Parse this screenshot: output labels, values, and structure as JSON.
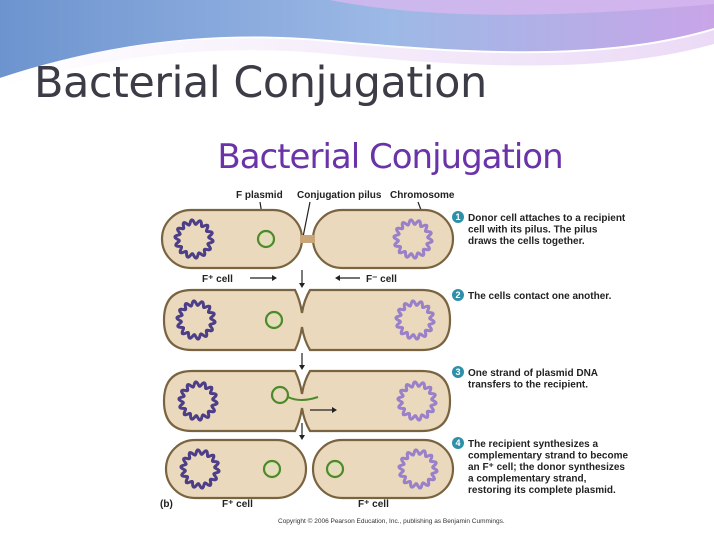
{
  "slide_title": "Bacterial Conjugation",
  "figure": {
    "title": "Bacterial Conjugation",
    "part_label": "(b)",
    "labels": {
      "f_plasmid": "F plasmid",
      "conjugation_pilus": "Conjugation pilus",
      "chromosome": "Chromosome",
      "f_plus_cell": "F⁺ cell",
      "f_minus_cell": "F⁻ cell",
      "f_plus_cell_left": "F⁺ cell",
      "f_plus_cell_right": "F⁺ cell"
    },
    "steps": [
      {
        "num": "1",
        "lines": [
          "Donor cell attaches to a recipient",
          "cell with its pilus. The pilus",
          "draws the cells together."
        ]
      },
      {
        "num": "2",
        "lines": [
          "The cells contact one another."
        ]
      },
      {
        "num": "3",
        "lines": [
          "One strand of plasmid DNA",
          "transfers to the recipient."
        ]
      },
      {
        "num": "4",
        "lines": [
          "The recipient synthesizes a",
          "complementary strand to become",
          "an F⁺ cell; the donor synthesizes",
          "a complementary strand,",
          "restoring its complete plasmid."
        ]
      }
    ],
    "copyright": "Copyright © 2006 Pearson Education, Inc., publishing as Benjamin Cummings.",
    "colors": {
      "title": "#6a33a8",
      "cell_fill": "#ead9bc",
      "step_badge": "#2f8fa8"
    }
  }
}
